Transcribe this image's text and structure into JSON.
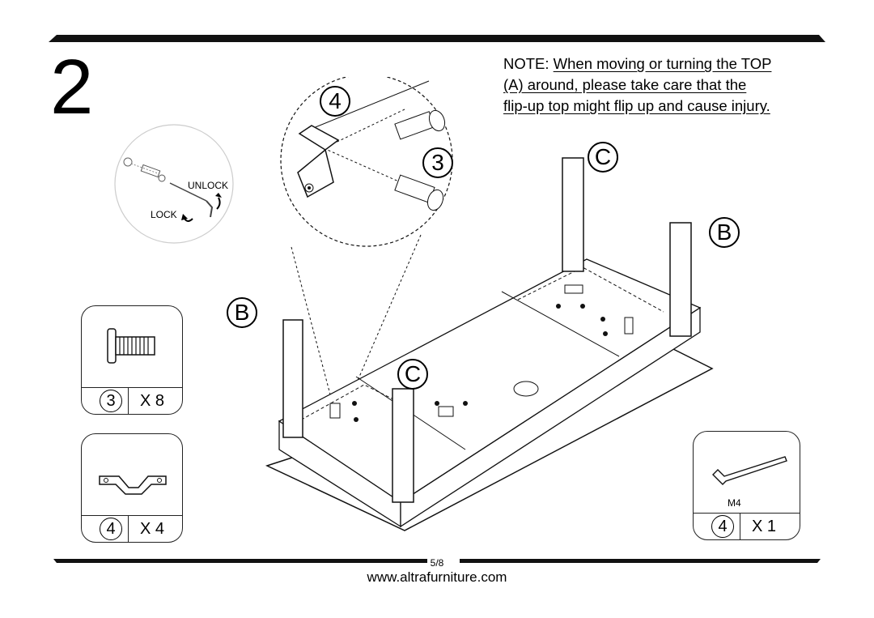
{
  "step": {
    "number": "2"
  },
  "note": {
    "prefix": "NOTE: ",
    "line1": "When moving or turning the TOP",
    "line2": "(A) around, please take care that the",
    "line3": "flip-up top might flip up and cause injury."
  },
  "lock_detail": {
    "unlock": "UNLOCK",
    "lock": "LOCK"
  },
  "zoom_detail": {
    "callout_bracket": "4",
    "callout_bolt": "3"
  },
  "assembly_labels": {
    "leg_c_back": "C",
    "leg_b_right": "B",
    "leg_b_left": "B",
    "leg_c_front": "C"
  },
  "parts": [
    {
      "id": "3",
      "qty": "X 8"
    },
    {
      "id": "4",
      "qty": "X 4"
    }
  ],
  "tool": {
    "size": "M4",
    "id": "4",
    "qty": "X 1"
  },
  "footer": {
    "page": "5/8",
    "website": "www.altrafurniture.com"
  }
}
